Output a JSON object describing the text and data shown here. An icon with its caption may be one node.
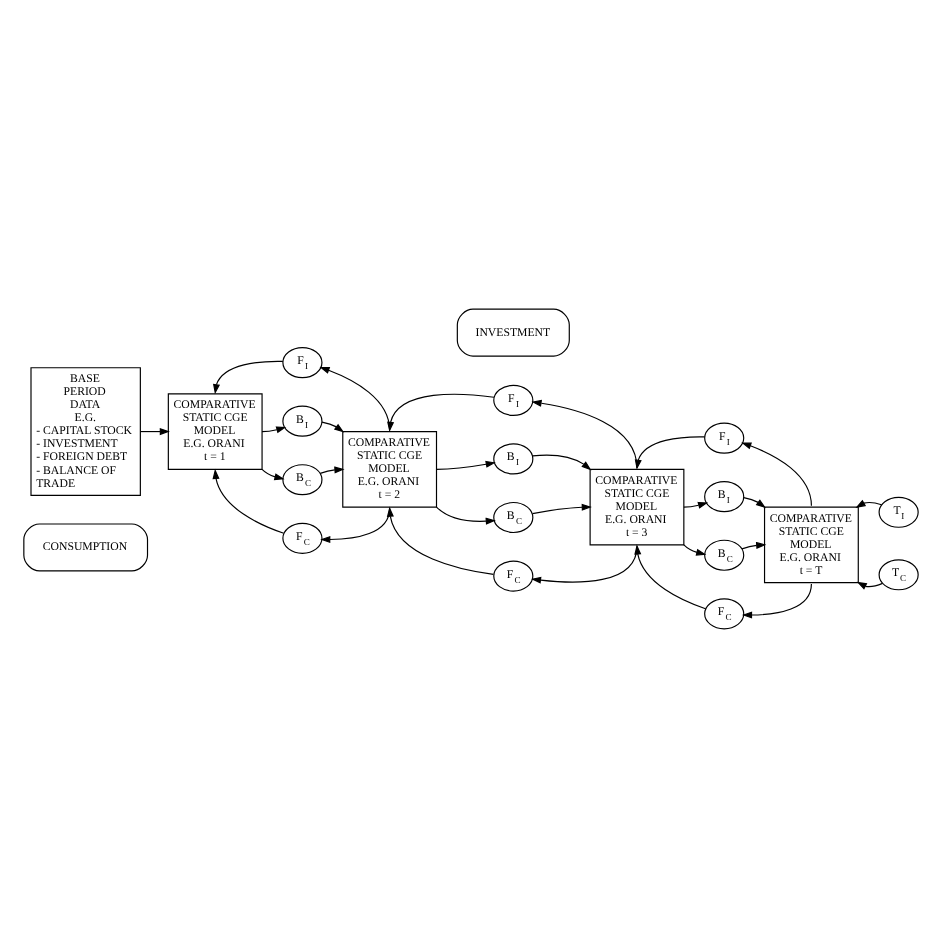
{
  "diagram": {
    "nodes": [
      {
        "text": [
          "INVESTMENT"
        ]
      },
      {
        "text": [
          "F$_{I}$"
        ]
      },
      {
        "text": [
          "F$_{I}$"
        ]
      },
      {
        "text": [
          "F$_{I}$"
        ]
      },
      {
        "text": [
          "B$_{I}$"
        ]
      },
      {
        "text": [
          "B$_{I}$"
        ]
      },
      {
        "text": [
          "B$_{I}$"
        ]
      },
      {
        "text": [
          "T$_{I}$"
        ]
      },
      {
        "text": [
          "BASE PERIOD DATA E.G.",
          "- CAPITAL STOCK",
          "- INVESTMENT",
          "- FOREIGN DEBT",
          "- BALANCE OF TRADE"
        ]
      },
      {
        "text": [
          "COMPARATIVE STATIC CGE MODEL",
          "E.G. ORANI",
          "t = 1"
        ]
      },
      {
        "text": [
          "COMPARATIVE STATIC CGE MODEL",
          "E.G. ORANI",
          "t = 2"
        ]
      },
      {
        "text": [
          "COMPARATIVE STATIC CGE MODEL",
          "E.G. ORANI",
          "t = 3"
        ]
      },
      {
        "text": [
          "COMPARATIVE STATIC CGE MODEL",
          "E.G. ORANI",
          "t = T"
        ]
      },
      {
        "text": [
          "B$_{C}$"
        ]
      },
      {
        "text": [
          "B$_{C}$"
        ]
      },
      {
        "text": [
          "B$_{C}$"
        ]
      },
      {
        "text": [
          "T$_{C}$"
        ]
      },
      {
        "text": [
          "F$_{C}$"
        ]
      },
      {
        "text": [
          "F$_{C}$"
        ]
      },
      {
        "text": [
          "F$_{C}$"
        ]
      },
      {
        "text": [
          "CONSUMPTION"
        ]
      }
    ],
    "edges": [
      {
        "from": 8,
        "to": 9,
        "arrow": "to"
      },
      {
        "from": 1,
        "to": 9,
        "arrow": "to"
      },
      {
        "from": 9,
        "to": 4,
        "arrow": "to"
      },
      {
        "from": 4,
        "to": 10,
        "arrow": "to"
      },
      {
        "from": 10,
        "to": 1,
        "arrow": "to"
      },
      {
        "from": 2,
        "to": 10,
        "arrow": "to"
      },
      {
        "from": 10,
        "to": 5,
        "arrow": "to"
      },
      {
        "from": 5,
        "to": 11,
        "arrow": "to"
      },
      {
        "from": 11,
        "to": 2,
        "arrow": "to"
      },
      {
        "from": 3,
        "to": 11,
        "arrow": "to"
      },
      {
        "from": 11,
        "to": 6,
        "arrow": "to"
      },
      {
        "from": 6,
        "to": 12,
        "arrow": "to"
      },
      {
        "from": 12,
        "to": 3,
        "arrow": "to"
      },
      {
        "from": 7,
        "to": 12,
        "arrow": "to"
      },
      {
        "from": 9,
        "to": 13,
        "arrow": "to"
      },
      {
        "from": 13,
        "to": 10,
        "arrow": "to"
      },
      {
        "from": 17,
        "to": 9,
        "arrow": "to"
      },
      {
        "from": 10,
        "to": 17,
        "arrow": "to"
      },
      {
        "from": 10,
        "to": 14,
        "arrow": "to"
      },
      {
        "from": 14,
        "to": 11,
        "arrow": "to"
      },
      {
        "from": 18,
        "to": 10,
        "arrow": "to"
      },
      {
        "from": 11,
        "to": 18,
        "arrow": "to"
      },
      {
        "from": 11,
        "to": 15,
        "arrow": "to"
      },
      {
        "from": 15,
        "to": 12,
        "arrow": "to"
      },
      {
        "from": 19,
        "to": 11,
        "arrow": "to"
      },
      {
        "from": 12,
        "to": 19,
        "arrow": "to"
      },
      {
        "from": 16,
        "to": 12,
        "arrow": "to"
      }
    ]
  }
}
